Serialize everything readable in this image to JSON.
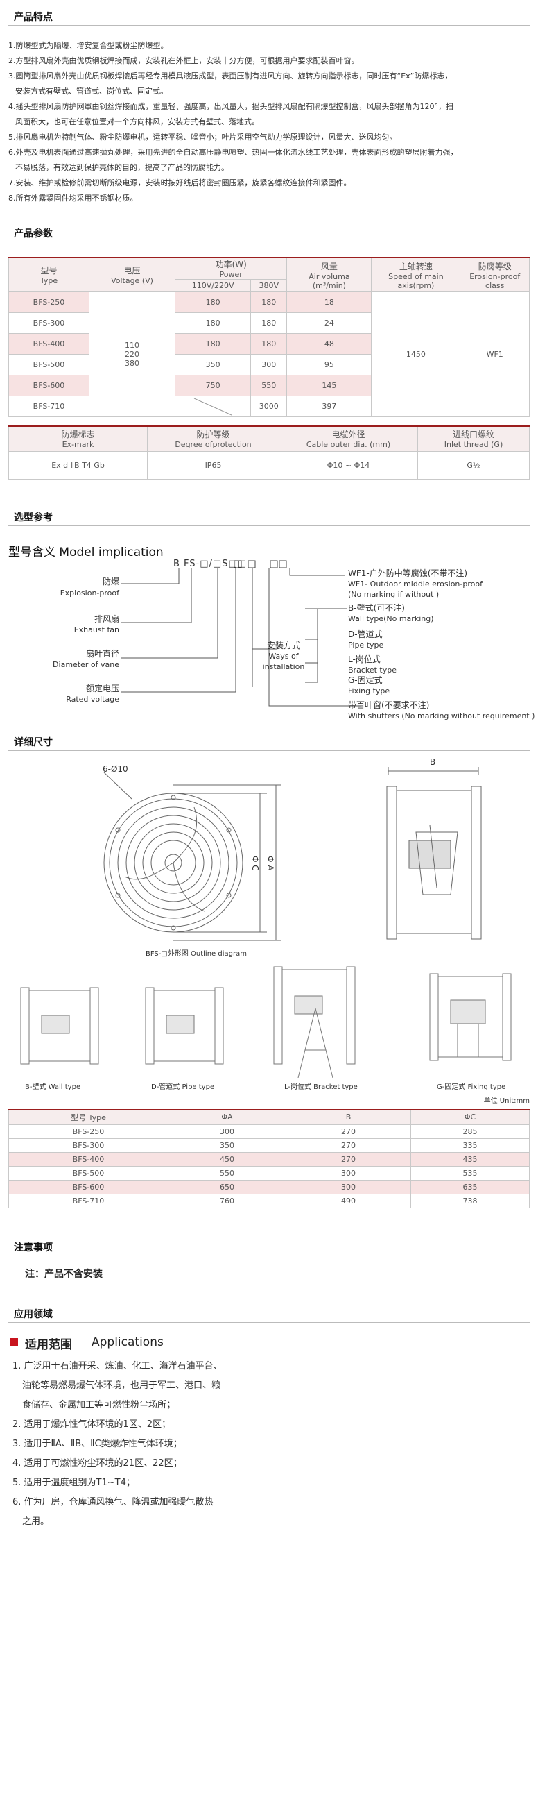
{
  "features": {
    "title": "产品特点",
    "items": [
      "1.防爆型式为隔爆、增安复合型或粉尘防爆型。",
      "2.方型排风扇外壳由优质钢板焊接而成，安装孔在外框上，安装十分方便，可根据用户要求配装百叶窗。",
      "3.圆筒型排风扇外壳由优质钢板焊接后再经专用模具液压成型，表面压制有进风方向、旋转方向指示标志，同时压有“Ex”防爆标志，",
      "   安装方式有壁式、管道式、岗位式、固定式。",
      "4.摇头型排风扇防护网罩由钢丝焊接而成，重量轻、强度高，出风量大，摇头型排风扇配有隔爆型控制盒，风扇头部摆角为120°，扫",
      "   风面积大，也可在任意位置对一个方向排风，安装方式有壁式、落地式。",
      "5.排风扇电机为特制气体、粉尘防爆电机，运转平稳、噪音小；叶片采用空气动力学原理设计，风量大、送风均匀。",
      "6.外壳及电机表面通过高速抛丸处理，采用先进的全自动高压静电喷塑、热固一体化流水线工艺处理，壳体表面形成的塑层附着力强，",
      "   不易脱落，有效达到保护壳体的目的，提高了产品的防腐能力。",
      "7.安装、维护或检修前需切断所级电源，安装时按好线后将密封圈压紧，旋紧各螺纹连接件和紧固件。",
      "8.所有外露紧固件均采用不锈钢材质。"
    ]
  },
  "params": {
    "title": "产品参数",
    "headers": {
      "model_cn": "型号",
      "model_en": "Type",
      "voltage_cn": "电压",
      "voltage_en": "Voltage (V)",
      "power_cn": "功率(W)",
      "power_en": "Power",
      "power_sub1": "110V/220V",
      "power_sub2": "380V",
      "air_cn": "风量",
      "air_en": "Air voluma",
      "air_unit": "(m³/min)",
      "speed_cn": "主轴转速",
      "speed_en1": "Speed of main",
      "speed_en2": "axis(rpm)",
      "erosion_cn": "防腐等级",
      "erosion_en1": "Erosion-proof",
      "erosion_en2": "class"
    },
    "voltage_values": [
      "110",
      "220",
      "380"
    ],
    "speed_value": "1450",
    "erosion_value": "WF1",
    "rows": [
      {
        "model": "BFS-250",
        "p1": "180",
        "p2": "180",
        "air": "18"
      },
      {
        "model": "BFS-300",
        "p1": "180",
        "p2": "180",
        "air": "24"
      },
      {
        "model": "BFS-400",
        "p1": "180",
        "p2": "180",
        "air": "48"
      },
      {
        "model": "BFS-500",
        "p1": "350",
        "p2": "300",
        "air": "95"
      },
      {
        "model": "BFS-600",
        "p1": "750",
        "p2": "550",
        "air": "145"
      },
      {
        "model": "BFS-710",
        "p1": "",
        "p2": "3000",
        "air": "397"
      }
    ],
    "second": {
      "h1_cn": "防爆标志",
      "h1_en": "Ex-mark",
      "h2_cn": "防护等级",
      "h2_en": "Degree ofprotection",
      "h3_cn": "电缆外径",
      "h3_en": "Cable outer dia. (mm)",
      "h4_cn": "进线口螺纹",
      "h4_en": "Inlet thread (G)",
      "v1": "Ex d ⅡB  T4 Gb",
      "v2": "IP65",
      "v3": "Φ10 ~ Φ14",
      "v4": "G½"
    }
  },
  "selection": {
    "title": "选型参考",
    "model_title": "型号含义  Model implication",
    "code": "B FS-□/□S□□",
    "labels": {
      "ep_cn": "防爆",
      "ep_en": "Explosion-proof",
      "ef_cn": "排风扇",
      "ef_en": "Exhaust fan",
      "dv_cn": "扇叶直径",
      "dv_en": "Diameter of vane",
      "rv_cn": "额定电压",
      "rv_en": "Rated voltage",
      "wi_cn": "安装方式",
      "wi_en1": "Ways of",
      "wi_en2": "installation",
      "wf_cn": "WF1-户外防中等腐蚀(不带不注)",
      "wf_en1": "WF1- Outdoor middle erosion-proof",
      "wf_en2": "(No marking  if without )",
      "b_cn": "B-壁式(可不注)",
      "b_en": "Wall type(No marking)",
      "d_cn": "D-管道式",
      "d_en": "Pipe type",
      "l_cn": "L-岗位式",
      "l_en": "Bracket type",
      "g_cn": "G-固定式",
      "g_en": "Fixing type",
      "s_cn": "带百叶窗(不要求不注)",
      "s_en": "With shutters (No marking without  requirement )"
    }
  },
  "dimensions": {
    "title": "详细尺寸",
    "holes": "6-Ø10",
    "phi_c": "Φ C",
    "phi_a": "Φ A",
    "b_label": "B",
    "outline_caption": "BFS-□外形图  Outline diagram",
    "types": [
      "B-壁式  Wall type",
      "D-管道式  Pipe type",
      "L-岗位式  Bracket type",
      "G-固定式  Fixing type"
    ],
    "unit": "单位 Unit:mm",
    "headers": [
      "型号 Type",
      "ΦA",
      "B",
      "ΦC"
    ],
    "rows": [
      [
        "BFS-250",
        "300",
        "270",
        "285"
      ],
      [
        "BFS-300",
        "350",
        "270",
        "335"
      ],
      [
        "BFS-400",
        "450",
        "270",
        "435"
      ],
      [
        "BFS-500",
        "550",
        "300",
        "535"
      ],
      [
        "BFS-600",
        "650",
        "300",
        "635"
      ],
      [
        "BFS-710",
        "760",
        "490",
        "738"
      ]
    ]
  },
  "notes": {
    "title": "注意事项",
    "text": "注：产品不含安装"
  },
  "applications": {
    "title": "应用领域",
    "heading_cn": "适用范围",
    "heading_en": "Applications",
    "items": [
      "1. 广泛用于石油开采、炼油、化工、海洋石油平台、",
      "    油轮等易燃易爆气体环境，也用于军工、港口、粮",
      "    食储存、金属加工等可燃性粉尘场所；",
      "2. 适用于爆炸性气体环境的1区、2区；",
      "3. 适用于ⅡA、ⅡB、ⅡC类爆炸性气体环境；",
      "4. 适用于可燃性粉尘环境的21区、22区；",
      "5. 适用于温度组别为T1~T4；",
      "6. 作为厂房，仓库通风换气、降温或加强暖气散热",
      "    之用。"
    ]
  },
  "colors": {
    "accent": "#9b1d1d",
    "pink_row": "#f7e2e2",
    "red_square": "#c8141e"
  }
}
